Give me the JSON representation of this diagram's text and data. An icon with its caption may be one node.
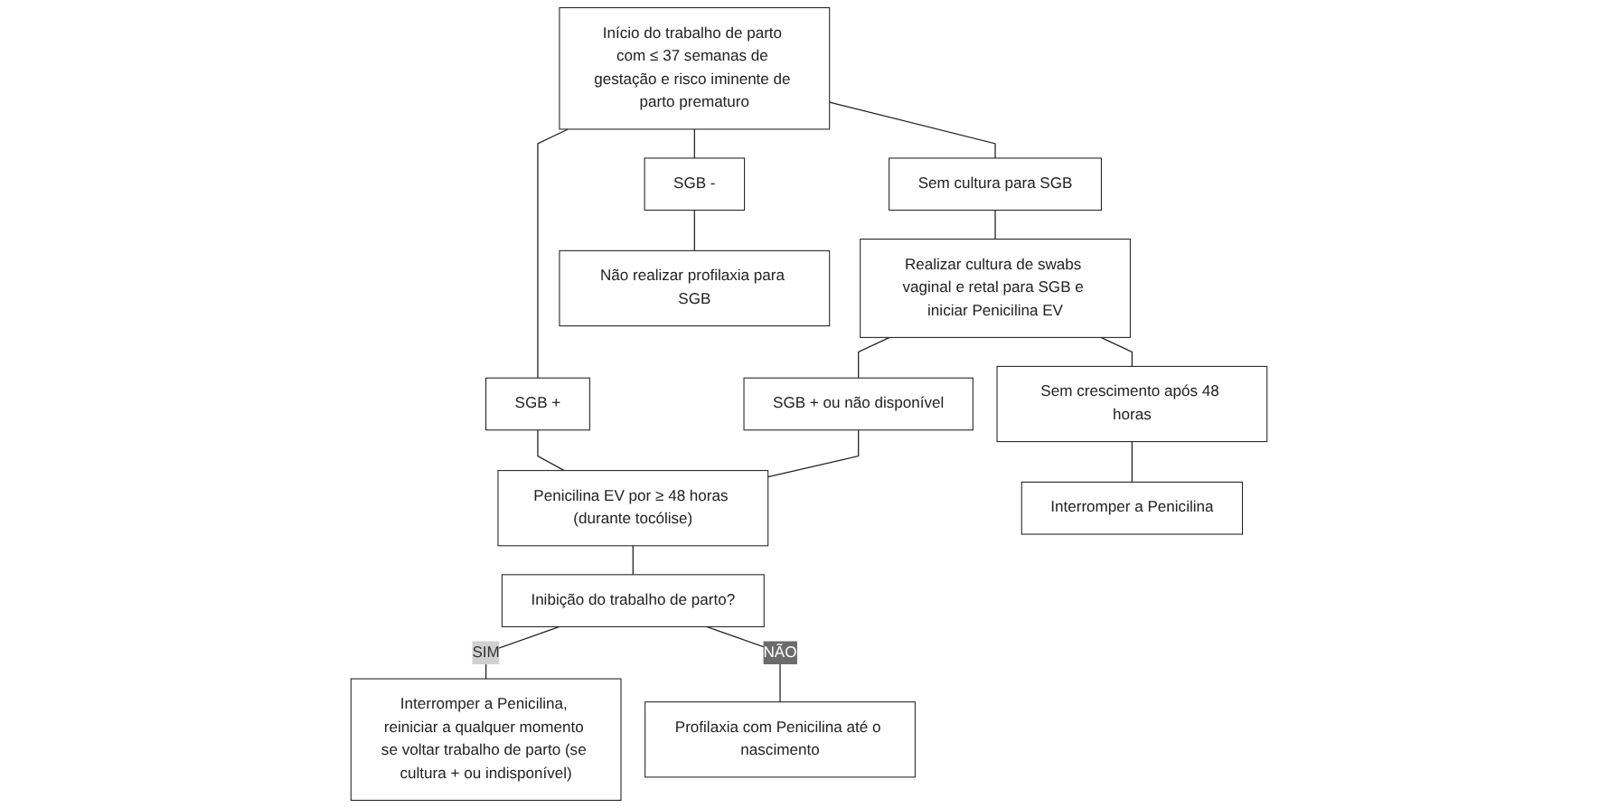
{
  "diagram": {
    "nodes": [
      {
        "text": [
          "Início do trabalho de parto com ≤ 37 semanas de gestação e risco iminente de parto prematuro"
        ]
      },
      {
        "text": [
          "Sem cultura para SGB"
        ]
      },
      {
        "text": [
          "SGB +"
        ]
      },
      {
        "text": [
          "SGB -"
        ]
      },
      {
        "text": [
          "Realizar cultura de swabs vaginal e retal para SGB e iniciar Penicilina EV"
        ]
      },
      {
        "text": [
          "SGB + ou não disponível"
        ]
      },
      {
        "text": [
          "Penicilina EV por ≥ 48 horas (durante tocólise)"
        ]
      },
      {
        "text": [
          "Não realizar profilaxia para SGB"
        ]
      },
      {
        "text": [
          "Sem crescimento após 48 horas"
        ]
      },
      {
        "text": [
          "Inibição do trabalho de parto?"
        ]
      },
      {
        "text": [
          "Interromper a Penicilina"
        ]
      },
      {
        "text": [
          "Interromper a Penicilina, reiniciar a qualquer momento se voltar trabalho de parto (se cultura + ou indisponível)"
        ]
      },
      {
        "text": [
          "Profilaxia com Penicilina até o nascimento"
        ]
      }
    ],
    "edges": [
      {
        "from": 0,
        "to": 1,
        "arrow": "none"
      },
      {
        "from": 0,
        "to": 2,
        "arrow": "none"
      },
      {
        "from": 0,
        "to": 3,
        "arrow": "none"
      },
      {
        "from": 1,
        "to": 4,
        "arrow": "none"
      },
      {
        "from": 2,
        "to": 6,
        "arrow": "none"
      },
      {
        "from": 3,
        "to": 7,
        "arrow": "none"
      },
      {
        "from": 4,
        "to": 5,
        "arrow": "none"
      },
      {
        "from": 5,
        "to": 6,
        "arrow": "none"
      },
      {
        "from": 4,
        "to": 8,
        "arrow": "none"
      },
      {
        "from": 6,
        "to": 9,
        "arrow": "none"
      },
      {
        "from": 8,
        "to": 10,
        "arrow": "none"
      },
      {
        "from": 9,
        "to": 11,
        "label": "SIM",
        "arrow": "none"
      },
      {
        "from": 9,
        "to": 12,
        "label": "NÃO",
        "arrow": "none"
      }
    ]
  }
}
